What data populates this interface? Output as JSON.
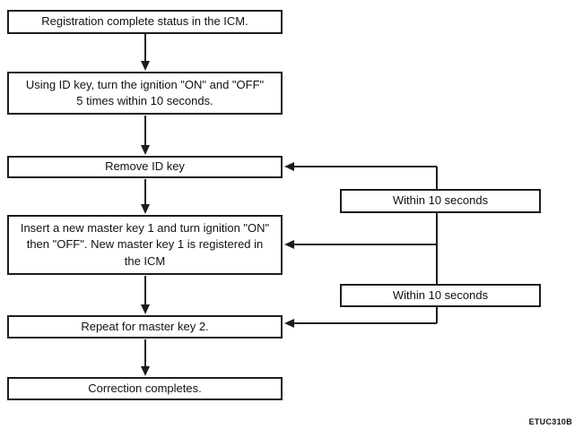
{
  "flowchart": {
    "nodes": [
      {
        "id": "registration-complete",
        "lines": [
          "Registration complete status in the ICM."
        ]
      },
      {
        "id": "ignition-cycle",
        "lines": [
          "Using ID key, turn the ignition \"ON\" and \"OFF\"",
          "5 times within 10 seconds."
        ]
      },
      {
        "id": "remove-id-key",
        "lines": [
          "Remove ID key"
        ]
      },
      {
        "id": "insert-master-key-1",
        "lines": [
          "Insert a new master key 1 and turn ignition \"ON\"",
          "then \"OFF\". New master key 1 is registered in",
          "the ICM"
        ]
      },
      {
        "id": "repeat-master-key-2",
        "lines": [
          "Repeat for master key 2."
        ]
      },
      {
        "id": "correction-completes",
        "lines": [
          "Correction completes."
        ]
      }
    ],
    "side_labels": [
      {
        "id": "within-10-seconds-1",
        "text": "Within 10 seconds"
      },
      {
        "id": "within-10-seconds-2",
        "text": "Within 10 seconds"
      }
    ],
    "figure_code": "ETUC310B",
    "colors": {
      "line": "#1c1c1c",
      "text": "#111111",
      "background": "#ffffff"
    }
  }
}
